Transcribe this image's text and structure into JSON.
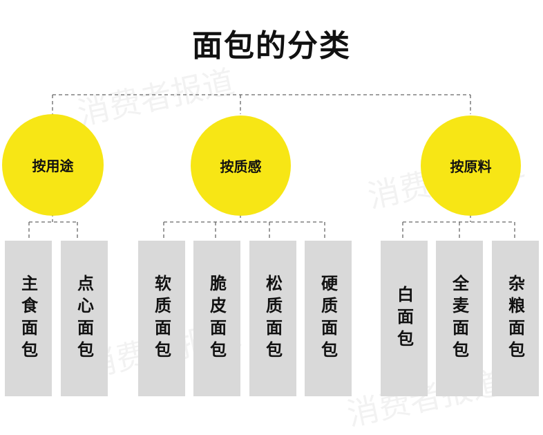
{
  "title": "面包的分类",
  "colors": {
    "circle": "#f7e615",
    "leaf": "#d9d9d9",
    "line": "#666666",
    "text": "#111111"
  },
  "watermark": "消费者报道",
  "categories": [
    {
      "label": "按用途",
      "items": [
        "主食面包",
        "点心面包"
      ]
    },
    {
      "label": "按质感",
      "items": [
        "软质面包",
        "脆皮面包",
        "松质面包",
        "硬质面包"
      ]
    },
    {
      "label": "按原料",
      "items": [
        "白面包",
        "全麦面包",
        "杂粮面包"
      ]
    }
  ]
}
